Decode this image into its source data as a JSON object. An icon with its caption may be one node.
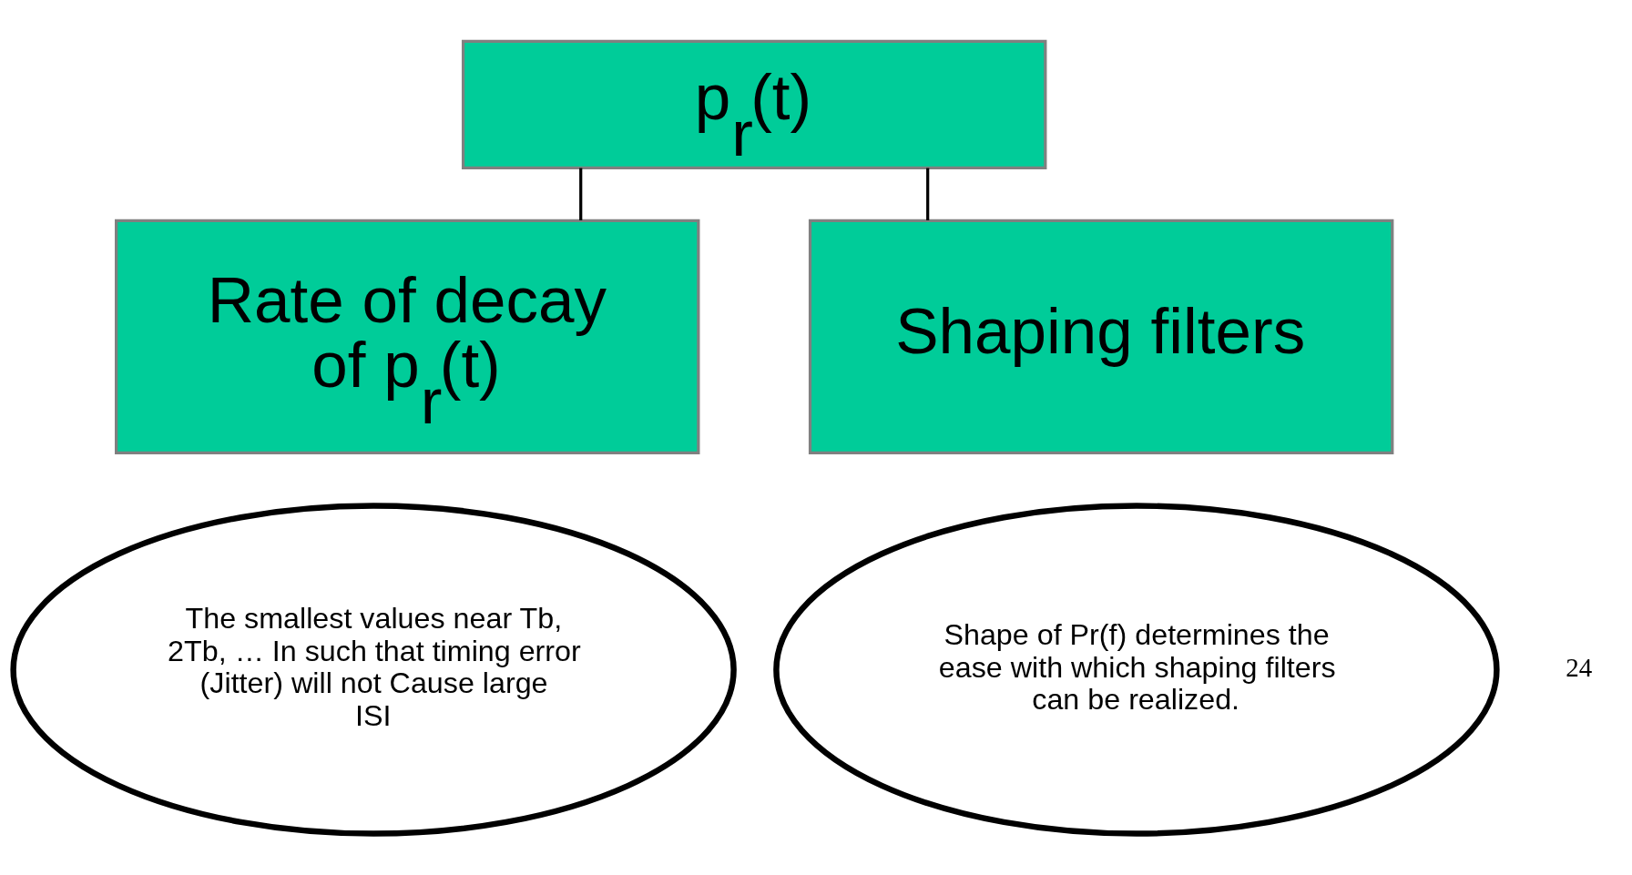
{
  "diagram": {
    "nodes": [
      {
        "text": [
          "p$_{r}$(t)"
        ]
      },
      {
        "text": [
          "Rate of decay of p$_{r}$(t)"
        ]
      },
      {
        "text": [
          "Shaping filters"
        ]
      },
      {
        "text": [
          "The smallest values near Tb, 2Tb, … In such that timing error (Jitter) will not Cause large ISI"
        ]
      },
      {
        "text": [
          "Shape of Pr(f) determines the ease with which shaping filters can be realized."
        ]
      }
    ],
    "edges": [
      {
        "from": 0,
        "to": 1,
        "arrow": "none"
      },
      {
        "from": 0,
        "to": 2,
        "arrow": "none"
      }
    ],
    "labels": [
      "24"
    ]
  }
}
